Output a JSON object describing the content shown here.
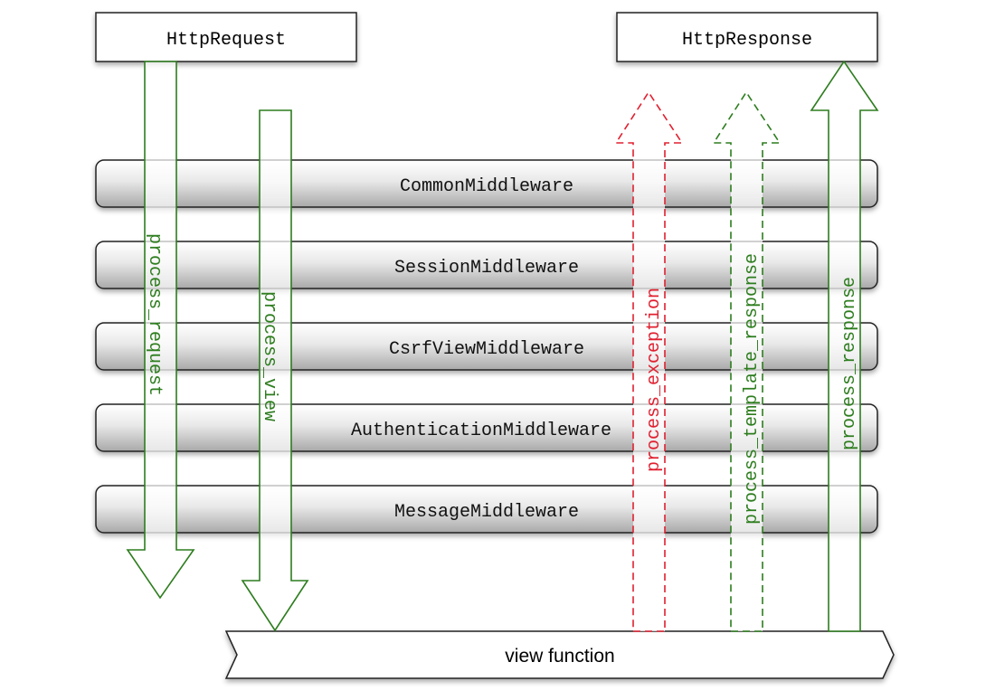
{
  "request_box": {
    "label": "HttpRequest"
  },
  "response_box": {
    "label": "HttpResponse"
  },
  "middlewares": [
    "CommonMiddleware",
    "SessionMiddleware",
    "CsrfViewMiddleware",
    "AuthenticationMiddleware",
    "MessageMiddleware"
  ],
  "view_function": {
    "label": "view function"
  },
  "arrows": {
    "process_request": "process_request",
    "process_view": "process_view",
    "process_exception": "process_exception",
    "process_template_response": "process_template_response",
    "process_response": "process_response"
  },
  "colors": {
    "green": "#2d7d1e",
    "red": "#e02030",
    "box_border": "#222222"
  }
}
